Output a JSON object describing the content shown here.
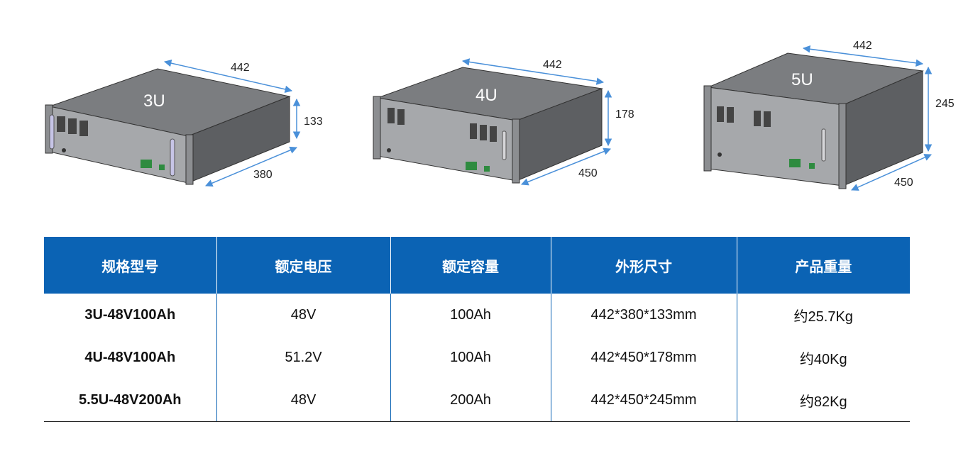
{
  "units": [
    {
      "label": "3U",
      "width": "442",
      "height": "133",
      "depth": "380"
    },
    {
      "label": "4U",
      "width": "442",
      "height": "178",
      "depth": "450"
    },
    {
      "label": "5U",
      "width": "442",
      "height": "245",
      "depth": "450"
    }
  ],
  "table": {
    "headers": [
      "规格型号",
      "额定电压",
      "额定容量",
      "外形尺寸",
      "产品重量"
    ],
    "rows": [
      [
        "3U-48V100Ah",
        "48V",
        "100Ah",
        "442*380*133mm",
        "约25.7Kg"
      ],
      [
        "4U-48V100Ah",
        "51.2V",
        "100Ah",
        "442*450*178mm",
        "约40Kg"
      ],
      [
        "5.5U-48V200Ah",
        "48V",
        "200Ah",
        "442*450*245mm",
        "约82Kg"
      ]
    ]
  },
  "colors": {
    "header_bg": "#0b63b4",
    "dimension_line": "#4a90d9",
    "housing_top": "#7b7d80",
    "housing_front": "#a6a8ab",
    "housing_side": "#5d5f62"
  }
}
